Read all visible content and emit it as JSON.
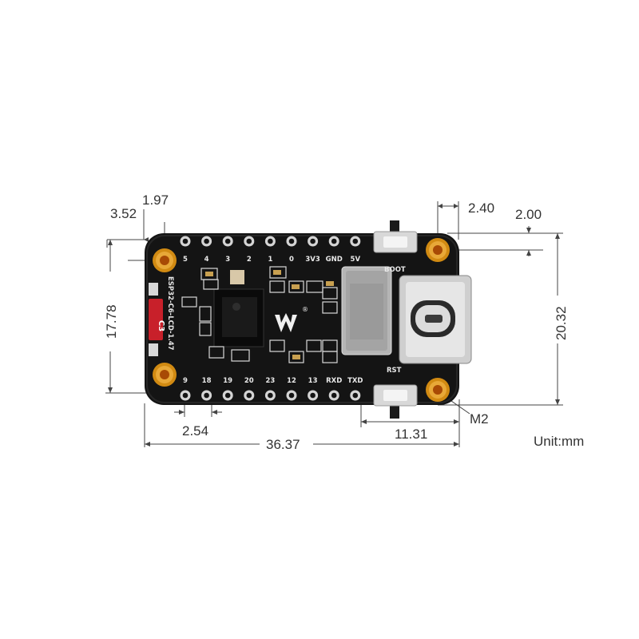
{
  "dimensions": {
    "hole_offset_x": "1.97",
    "hole_offset_y": "3.52",
    "right_hole_x": "2.40",
    "right_hole_y": "2.00",
    "hole_pitch_left": "17.78",
    "board_height": "20.32",
    "pin_pitch": "2.54",
    "board_width": "36.37",
    "right_hole_span": "11.31",
    "mount_hole": "M2"
  },
  "unit_label": "Unit:mm",
  "board": {
    "name": "ESP32-C6-LCD-1.47",
    "chip_badge": "C3",
    "top_pins": [
      "5",
      "4",
      "3",
      "2",
      "1",
      "0",
      "3V3",
      "GND",
      "5V"
    ],
    "bottom_pins": [
      "9",
      "18",
      "19",
      "20",
      "23",
      "12",
      "13",
      "RXD",
      "TXD"
    ],
    "boot_label": "BOOT",
    "reset_label": "RST",
    "logo_trademark": "®"
  },
  "colors": {
    "board": "#141414",
    "hole_gold": "#d18a12",
    "hole_center": "#a84a05",
    "dimension_line": "#444444",
    "badge": "#c8202a"
  }
}
